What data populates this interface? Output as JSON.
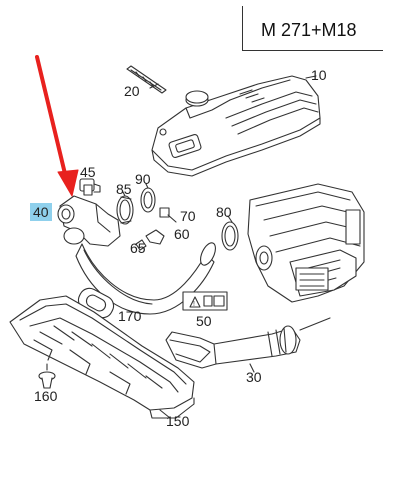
{
  "header": {
    "engine_code": "M 271+M18"
  },
  "callouts": [
    {
      "id": "10",
      "text": "10"
    },
    {
      "id": "20",
      "text": "20"
    },
    {
      "id": "30",
      "text": "30"
    },
    {
      "id": "40",
      "text": "40",
      "highlight": true
    },
    {
      "id": "45",
      "text": "45"
    },
    {
      "id": "50",
      "text": "50"
    },
    {
      "id": "60",
      "text": "60"
    },
    {
      "id": "65",
      "text": "65"
    },
    {
      "id": "70",
      "text": "70"
    },
    {
      "id": "80",
      "text": "80"
    },
    {
      "id": "85",
      "text": "85"
    },
    {
      "id": "90",
      "text": "90"
    },
    {
      "id": "150",
      "text": "150"
    },
    {
      "id": "160",
      "text": "160"
    },
    {
      "id": "170",
      "text": "170"
    }
  ],
  "colors": {
    "line": "#333333",
    "highlight": "#8fd0ec",
    "arrow": "#e8211e"
  }
}
